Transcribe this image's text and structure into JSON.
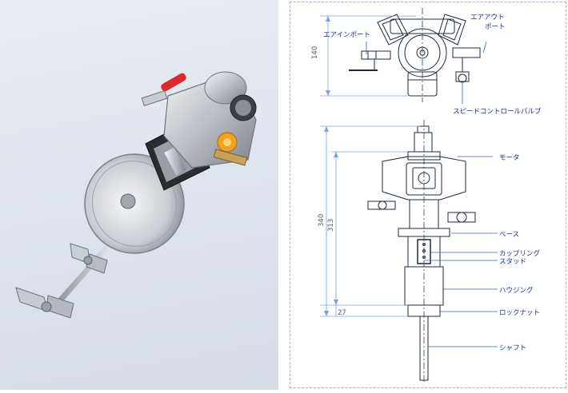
{
  "photo": {
    "subject": "air-motor-mixer-photo"
  },
  "diagram": {
    "top_view": {
      "labels": {
        "air_in_port": "エアインポート",
        "air_out_port": [
          "エアアウト",
          "ポート"
        ],
        "speed_control_valve": "スピードコントロールバルブ"
      },
      "dimensions": {
        "height": "140"
      }
    },
    "side_view": {
      "labels": {
        "motor": "モータ",
        "base": "ベース",
        "coupling": "カップリング",
        "stud": "スタッド",
        "housing": "ハウジング",
        "lock_nut": "ロックナット",
        "shaft": "シャフト"
      },
      "dimensions": {
        "overall": "340",
        "body": "313",
        "bottom": "27"
      }
    },
    "colors": {
      "label": "#1b2f8a",
      "line": "#1f2b3d",
      "leader": "#2f5fd0",
      "dimension": "#7aa0e0"
    }
  }
}
